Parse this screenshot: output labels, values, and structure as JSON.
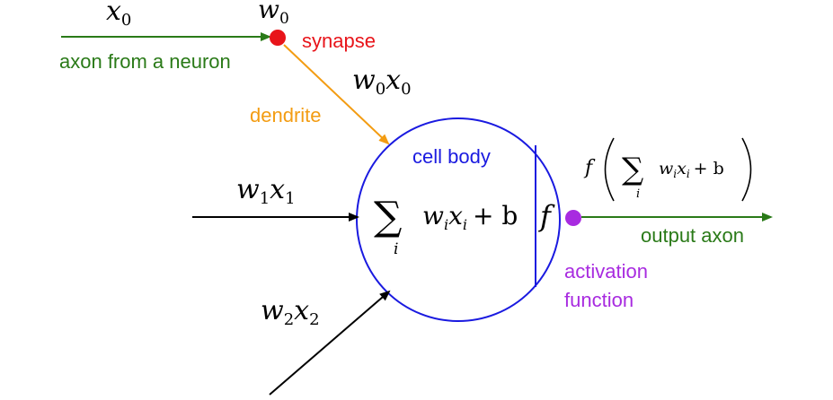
{
  "colors": {
    "input_axon": "#2a7a18",
    "synapse": "#e8141a",
    "dendrite": "#f39c12",
    "cell_body": "#1a1ae0",
    "activation": "#a82be0",
    "output_axon": "#2a7a18",
    "arrow_black": "#000000"
  },
  "labels": {
    "x0": "x",
    "x0_sub": "0",
    "w0": "w",
    "w0_sub": "0",
    "axon_from_neuron": "axon from a neuron",
    "synapse": "synapse",
    "w0x0_w": "w",
    "w0x0_w_sub": "0",
    "w0x0_x": "x",
    "w0x0_x_sub": "0",
    "dendrite": "dendrite",
    "cell_body": "cell body",
    "w1x1_w": "w",
    "w1x1_w_sub": "1",
    "w1x1_x": "x",
    "w1x1_x_sub": "1",
    "w2x2_w": "w",
    "w2x2_w_sub": "2",
    "w2x2_x": "x",
    "w2x2_x_sub": "2",
    "sum_sigma": "∑",
    "sum_index": "i",
    "sum_body_w": "w",
    "sum_body_wi": "i",
    "sum_body_x": "x",
    "sum_body_xi": "i",
    "sum_body_plus_b": "+ b",
    "f_symbol": "f",
    "output_f": "f",
    "output_sigma": "∑",
    "output_index": "i",
    "output_w": "w",
    "output_wi": "i",
    "output_x": "x",
    "output_xi": "i",
    "output_plus_b": "+ b",
    "output_axon": "output axon",
    "activation_line1": "activation",
    "activation_line2": "function"
  }
}
